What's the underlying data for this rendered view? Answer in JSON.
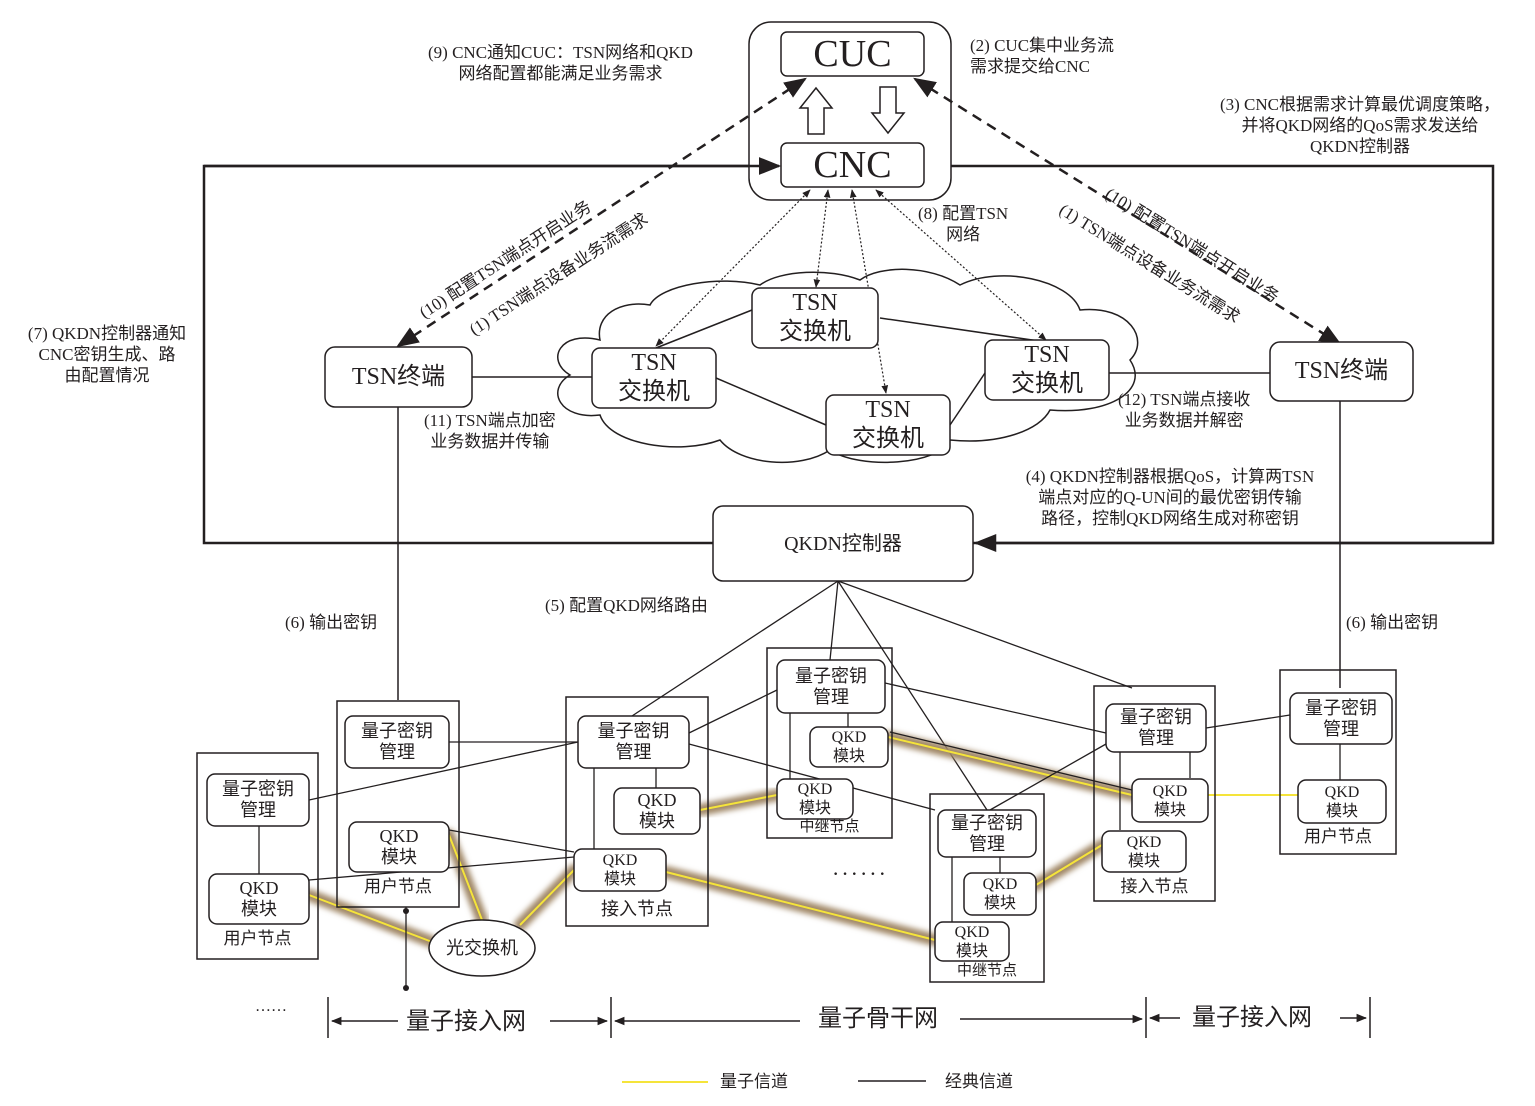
{
  "title": "TSN与QKD网络协同密钥分发架构示意图",
  "control": {
    "cuc": "CUC",
    "cnc": "CNC",
    "qkdn_controller": "QKDN控制器"
  },
  "tsn": {
    "endpoint_left": "TSN终端",
    "endpoint_right": "TSN终端",
    "switch_label": "TSN\n交换机",
    "switches": [
      "TSN\n交换机",
      "TSN\n交换机",
      "TSN\n交换机",
      "TSN\n交换机"
    ]
  },
  "steps": {
    "s1_left": "(1) TSN端点设备业务流需求",
    "s10_left": "(10) 配置TSN端点开启业务",
    "s1_right": "(1) TSN端点设备业务流需求",
    "s10_right": "(10) 配置TSN端点开启业务",
    "s2": "(2) CUC集中业务流\n需求提交给CNC",
    "s3": "(3) CNC根据需求计算最优调度策略，\n并将QKD网络的QoS需求发送给\nQKDN控制器",
    "s4": "(4) QKDN控制器根据QoS，计算两TSN\n端点对应的Q-UN间的最优密钥传输\n路径，控制QKD网络生成对称密钥",
    "s5": "(5) 配置QKD网络路由",
    "s6_left": "(6) 输出密钥",
    "s6_right": "(6) 输出密钥",
    "s7": "(7) QKDN控制器通知\nCNC密钥生成、路\n由配置情况",
    "s8": "(8) 配置TSN\n网络",
    "s9": "(9) CNC通知CUC：TSN网络和QKD\n网络配置都能满足业务需求",
    "s11": "(11) TSN端点加密\n业务数据并传输",
    "s12": "(12) TSN端点接收\n业务数据并解密"
  },
  "qkd_nodes": {
    "km_label": "量子密钥\n管理",
    "qkd_label": "QKD\n模块",
    "user_node": "用户节点",
    "access_node": "接入节点",
    "relay_node": "中继节点",
    "optical_switch": "光交换机",
    "ellipsis": "……",
    "dots": "······"
  },
  "segments": {
    "access_left": "量子接入网",
    "backbone": "量子骨干网",
    "access_right": "量子接入网"
  },
  "legend": {
    "quantum_channel": "量子信道",
    "classical_channel": "经典信道"
  },
  "colors": {
    "line": "#231f20",
    "quantum_glow": "#a08766",
    "quantum_core": "#f5e43a"
  }
}
